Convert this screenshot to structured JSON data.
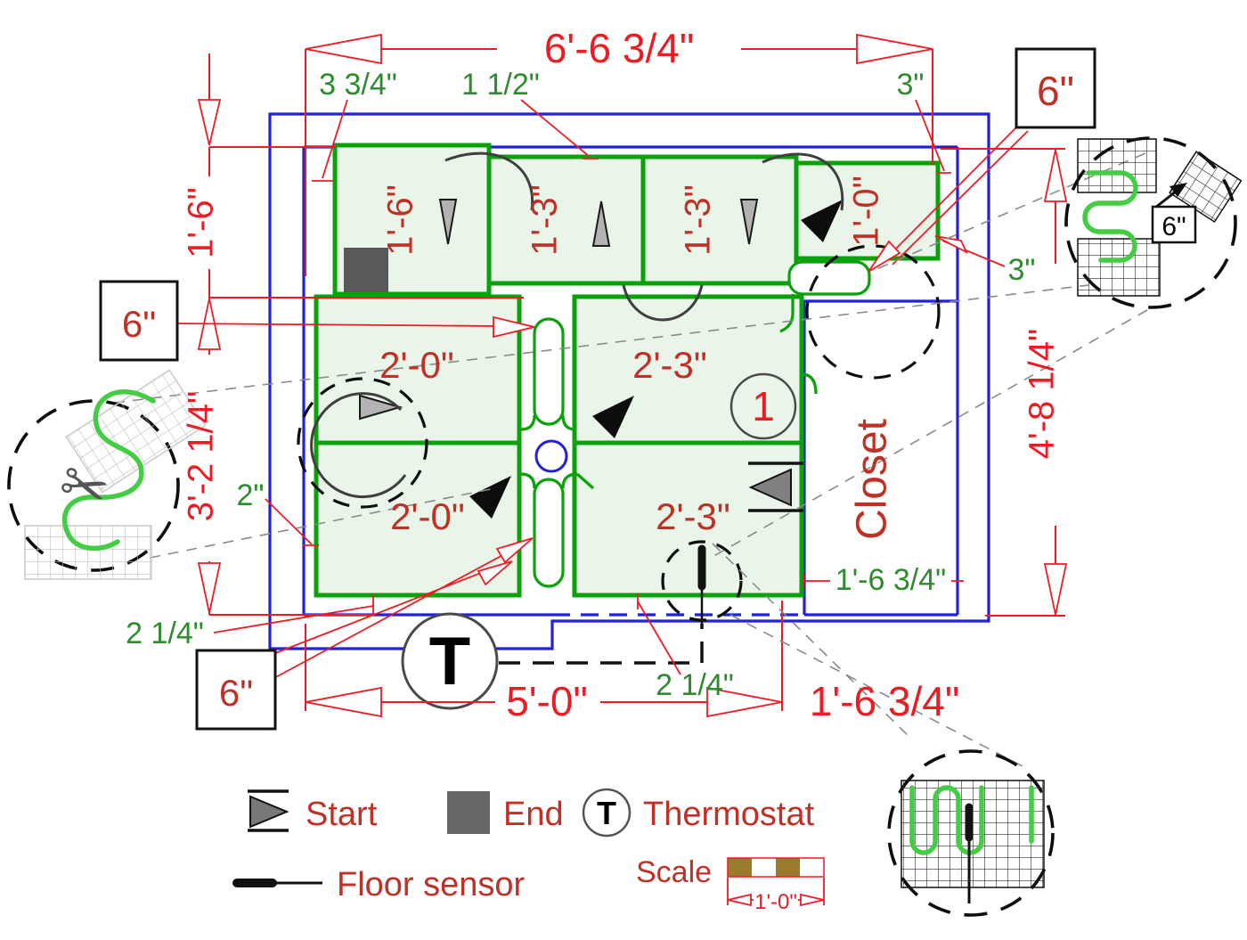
{
  "dimensions": {
    "top": "6'-6 3/4\"",
    "left_upper": "1'-6\"",
    "left_lower": "3'-2 1/4\"",
    "right": "4'-8 1/4\"",
    "bottom": "5'-0\"",
    "bottom_right": "1'-6 3/4\""
  },
  "offsets": {
    "top_left": "3 3/4\"",
    "top_center": "1 1/2\"",
    "top_right": "3\"",
    "right_side": "3\"",
    "left_side": "2\"",
    "bottom_left": "2 1/4\"",
    "bottom_center": "2 1/4\"",
    "closet_width": "1'-6 3/4\""
  },
  "callout_boxes": {
    "left": "6\"",
    "bottom": "6\"",
    "top_right": "6\"",
    "detail_inset": "6\""
  },
  "mats": {
    "m1": "1'-6\"",
    "m2": "1'-3\"",
    "m3": "1'-3\"",
    "m4": "1'-0\"",
    "m5": "2'-0\"",
    "m6": "2'-0\"",
    "m7": "2'-3\"",
    "m8": "2'-3\""
  },
  "annotations": {
    "closet": "Closet",
    "circuit_number": "1",
    "thermostat_symbol": "T"
  },
  "icons": {
    "scissors": "✂"
  },
  "legend": {
    "start": "Start",
    "end": "End",
    "thermostat": "Thermostat",
    "floor_sensor": "Floor sensor"
  },
  "scale": {
    "label": "Scale",
    "unit": "1'-0\""
  },
  "colors": {
    "wall_blue": "#2121d6",
    "mat_green": "#0aa10a",
    "mat_fill": "#eaf5ea",
    "dimension_red": "#ed1c24",
    "label_red": "#bf3026",
    "offset_green": "#2e8b2e",
    "cable_green": "#44cc44",
    "scale_brown": "#9a7b2d"
  }
}
